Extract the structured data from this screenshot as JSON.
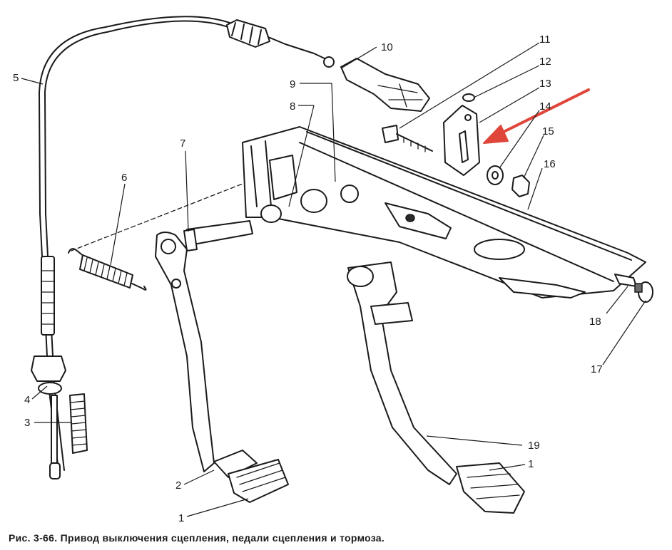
{
  "caption": "Рис. 3-66. Привод выключения сцепления, педали сцепления и тормоза.",
  "callouts": {
    "c1a": "1",
    "c1b": "1",
    "c2": "2",
    "c3": "3",
    "c4": "4",
    "c5": "5",
    "c6": "6",
    "c7": "7",
    "c8": "8",
    "c9": "9",
    "c10": "10",
    "c11": "11",
    "c12": "12",
    "c13": "13",
    "c14": "14",
    "c15": "15",
    "c16": "16",
    "c17": "17",
    "c18": "18",
    "c19": "19"
  },
  "colors": {
    "arrow": "#e0453a",
    "ink": "#1a1a1a"
  }
}
